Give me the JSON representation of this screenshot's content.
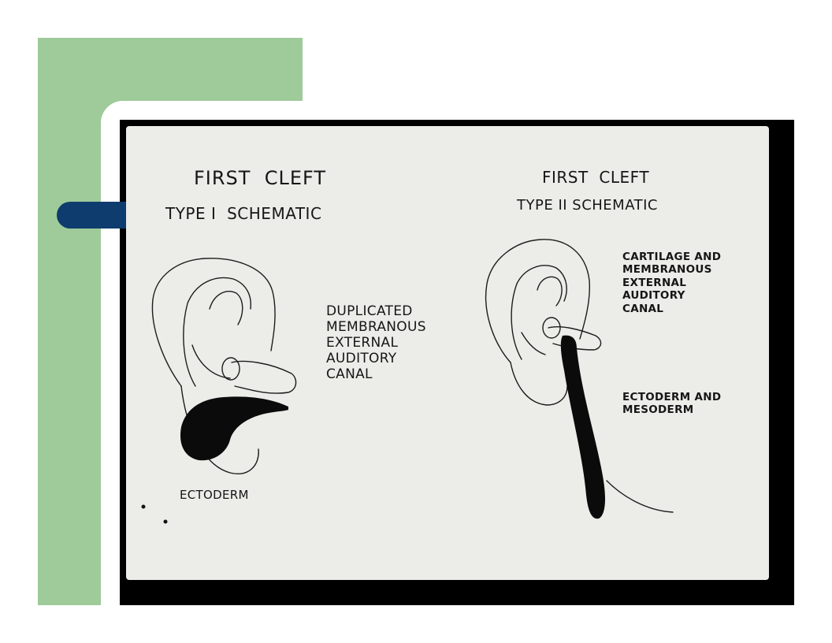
{
  "left_panel": {
    "title": "FIRST  CLEFT",
    "subtitle": "TYPE I  SCHEMATIC",
    "label_canal": "DUPLICATED\nMEMBRANOUS\nEXTERNAL\nAUDITORY\nCANAL",
    "label_ectoderm": "ECTODERM"
  },
  "right_panel": {
    "title": "FIRST  CLEFT",
    "subtitle": "TYPE II SCHEMATIC",
    "label_cartilage": "CARTILAGE AND\nMEMBRANOUS\nEXTERNAL\nAUDITORY\nCANAL",
    "label_ecto_meso": "ECTODERM AND\nMESODERM"
  },
  "colors": {
    "accent_green": "#9ecb99",
    "accent_navy": "#0e3c6e",
    "slide_bg": "#ecece8",
    "ink": "#161616"
  }
}
